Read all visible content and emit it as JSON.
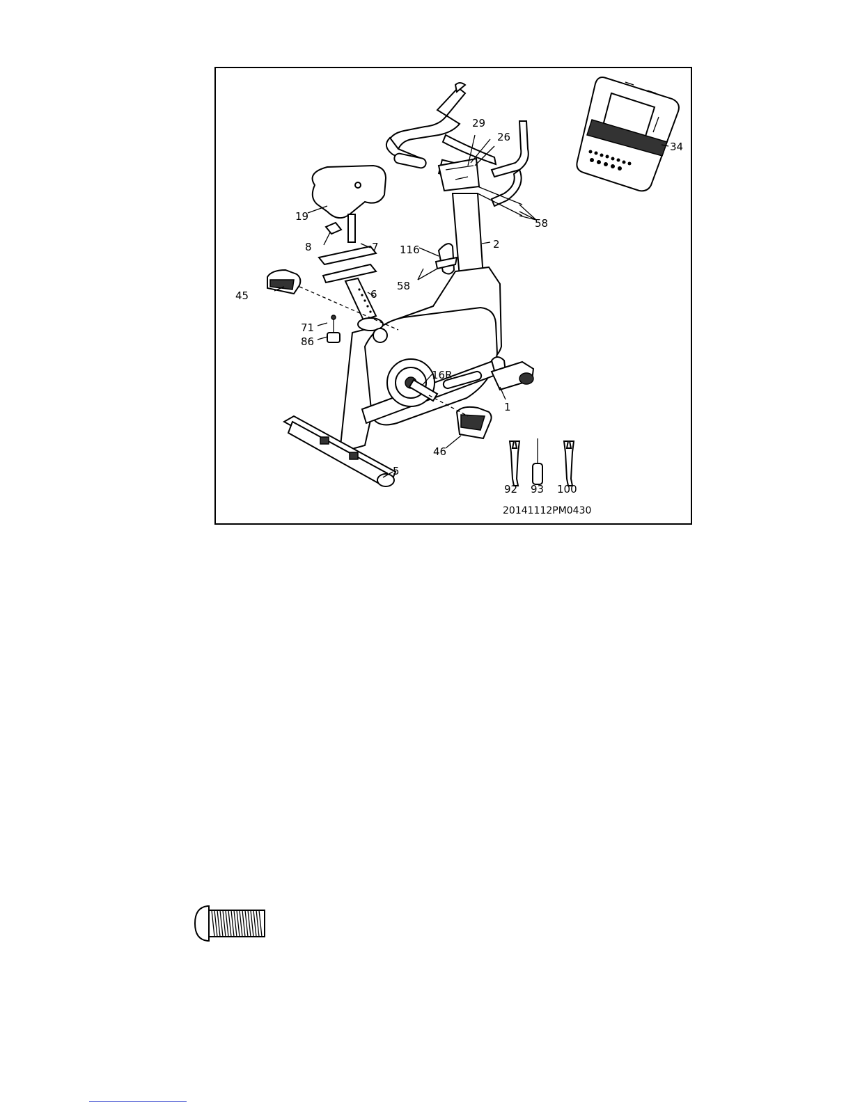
{
  "diagram": {
    "drawing_code": "20141112PM0430",
    "part_labels": {
      "p29": "29",
      "p26": "26",
      "p34": "34",
      "p19": "19",
      "p58a": "58",
      "p8": "8",
      "p7": "7",
      "p116": "116",
      "p2": "2",
      "p45": "45",
      "p6": "6",
      "p58b": "58",
      "p71": "71",
      "p86": "86",
      "p16R": "16R",
      "p1": "1",
      "p46": "46",
      "p5": "5",
      "p92": "92",
      "p93": "93",
      "p100": "100"
    }
  },
  "icons": {
    "bolt": "bolt-icon",
    "wrench": "wrench-icon",
    "screwdriver": "screwdriver-icon"
  }
}
